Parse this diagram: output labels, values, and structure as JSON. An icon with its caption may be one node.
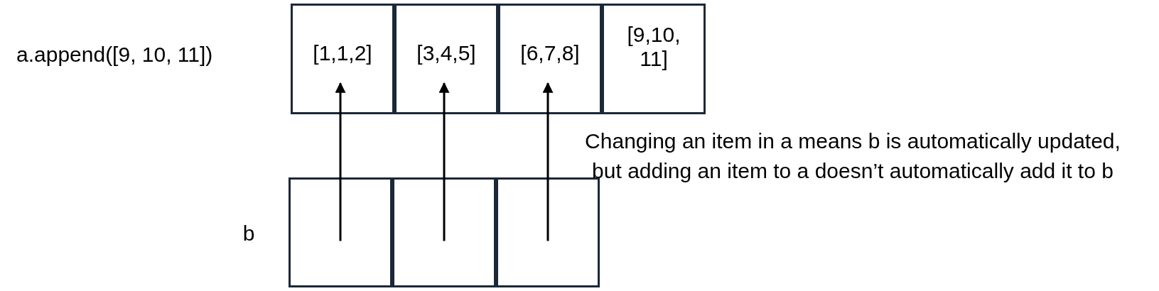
{
  "diagram": {
    "nodes": [
      {
        "text": [
          "[1,1,2]"
        ]
      },
      {
        "text": [
          "[3,4,5]"
        ]
      },
      {
        "text": [
          "[6,7,8]"
        ]
      },
      {
        "text": [
          "[9,10, 11]"
        ]
      },
      {
        "text": [],
        "shape": "box"
      },
      {
        "text": [],
        "shape": "box"
      },
      {
        "text": [],
        "shape": "box"
      }
    ],
    "edges": [
      {
        "from": 4,
        "to": 0,
        "arrow": "to"
      },
      {
        "from": 5,
        "to": 1,
        "arrow": "to"
      },
      {
        "from": 6,
        "to": 2,
        "arrow": "to"
      }
    ],
    "labels": [
      "a.append([9, 10, 11])",
      "b",
      "Changing an item in a means b is automatically updated, but adding an item to a doesn’t automatically add it to b"
    ]
  }
}
